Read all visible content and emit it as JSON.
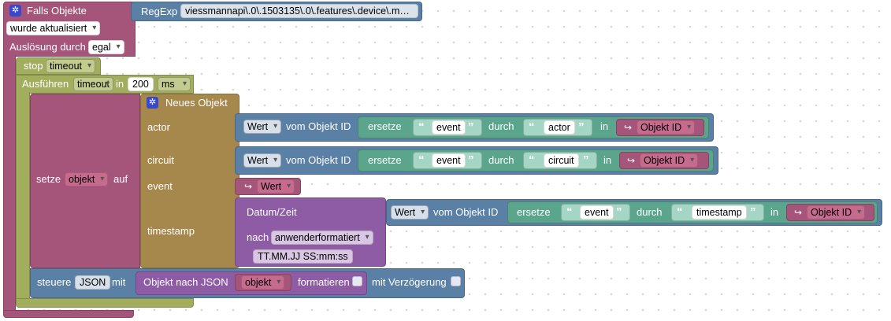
{
  "event": {
    "title": "Falls Objekte",
    "type_label": "RegExp",
    "regexp_value": "viessmannapi\\.0\\.1503135\\.0\\.features\\.device\\.m…",
    "trigger_option": "wurde aktualisiert",
    "trigger_by_label": "Auslösung durch",
    "trigger_by_value": "egal"
  },
  "stop": {
    "label": "stop",
    "timer_name": "timeout"
  },
  "timeout": {
    "label": "Ausführen",
    "timer_name": "timeout",
    "in_label": "in",
    "delay": "200",
    "unit": "ms"
  },
  "set_var": {
    "label": "setze",
    "var_name": "objekt",
    "to_label": "auf"
  },
  "new_object": {
    "title": "Neues Objekt",
    "fields": {
      "actor": "actor",
      "circuit": "circuit",
      "event": "event",
      "timestamp": "timestamp"
    }
  },
  "get_value": {
    "attr": "Wert",
    "of_label": "vom Objekt ID"
  },
  "replace": {
    "label": "ersetze",
    "search": "event",
    "by_label": "durch",
    "in_label": "in",
    "obj_id_label": "Objekt ID",
    "actor_repl": "actor",
    "circuit_repl": "circuit",
    "timestamp_repl": "timestamp"
  },
  "event_value": "Wert",
  "datetime": {
    "label": "Datum/Zeit",
    "nach_label": "nach",
    "format": "anwenderformatiert",
    "pattern": "TT.MM.JJ SS:mm:ss"
  },
  "control": {
    "label": "steuere",
    "target": "JSON",
    "mit_label": "mit",
    "to_json_label": "Objekt nach JSON",
    "obj_var": "objekt",
    "format_label": "formatieren",
    "delay_label": "mit Verzögerung"
  },
  "colors": {
    "event": "#a5557a",
    "timer": "#a2ae5d",
    "object": "#a6884c",
    "value": "#5b80a5",
    "text": "#5ba58c",
    "date": "#8e5ba5"
  }
}
